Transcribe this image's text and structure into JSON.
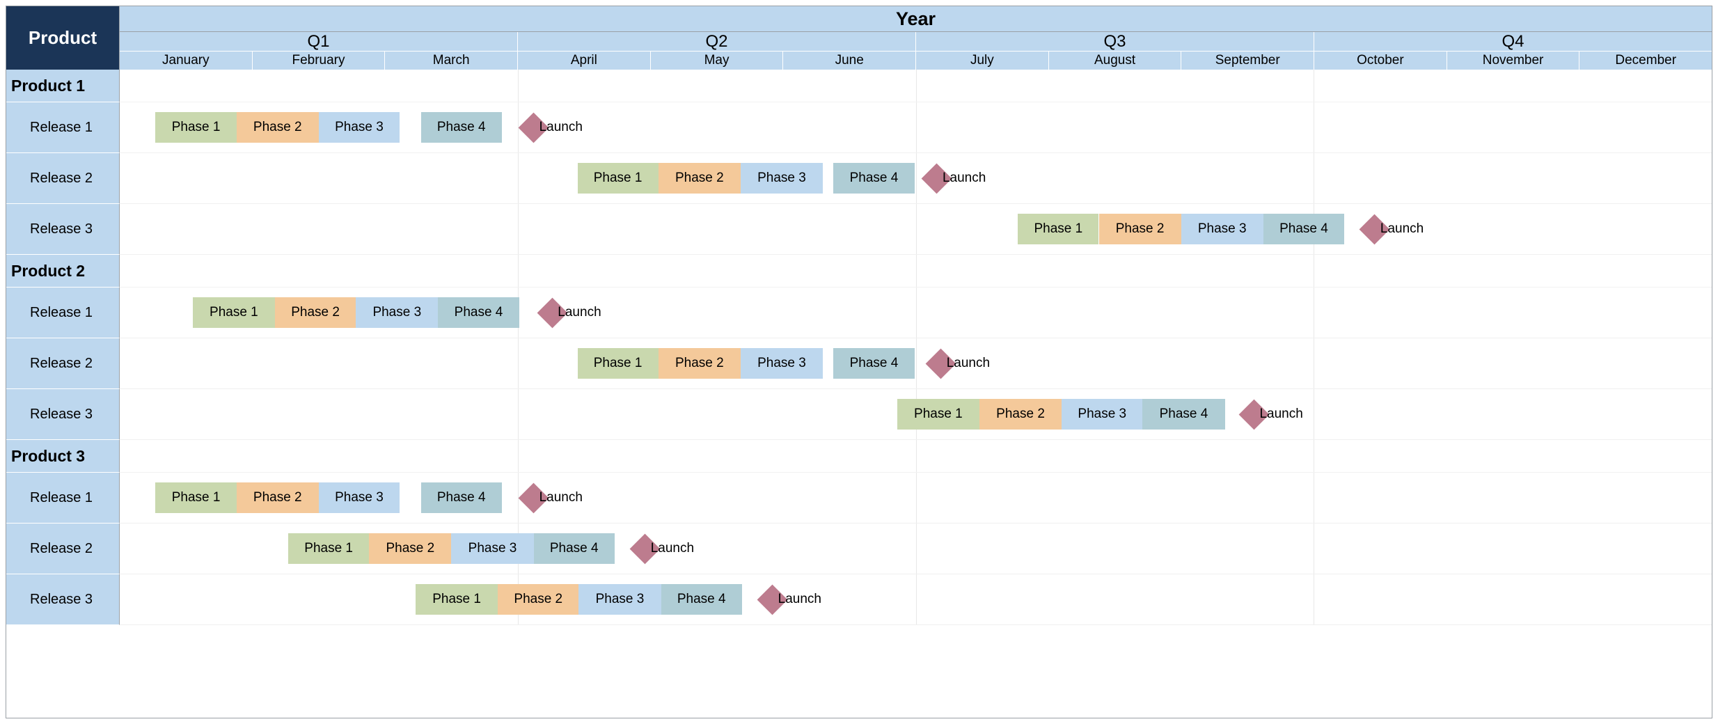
{
  "header": {
    "label_column_title": "Product",
    "year_title": "Year",
    "quarters": [
      "Q1",
      "Q2",
      "Q3",
      "Q4"
    ],
    "months": [
      "January",
      "February",
      "March",
      "April",
      "May",
      "June",
      "July",
      "August",
      "September",
      "October",
      "November",
      "December"
    ]
  },
  "colors": {
    "header_label_bg": "#1b3557",
    "header_right_bg": "#bdd7ee",
    "row_label_bg": "#bdd7ee",
    "phase1": "#c9d8ae",
    "phase2": "#f4c99a",
    "phase3": "#bdd7ee",
    "phase4": "#afcdd5",
    "milestone": "#bd7c8e",
    "grid": "#9aa0a6"
  },
  "legend_terms": {
    "phase1": "Phase 1",
    "phase2": "Phase 2",
    "phase3": "Phase 3",
    "phase4": "Phase 4",
    "milestone": "Launch"
  },
  "chart_data": {
    "type": "bar",
    "title": "Year",
    "xlabel": "",
    "ylabel": "Product",
    "grid": true,
    "legend_position": "none",
    "x_axis": {
      "unit": "month",
      "range": [
        0,
        12
      ],
      "tick_labels": [
        "January",
        "February",
        "March",
        "April",
        "May",
        "June",
        "July",
        "August",
        "September",
        "October",
        "November",
        "December"
      ],
      "groups": [
        {
          "label": "Q1",
          "months": [
            "January",
            "February",
            "March"
          ]
        },
        {
          "label": "Q2",
          "months": [
            "April",
            "May",
            "June"
          ]
        },
        {
          "label": "Q3",
          "months": [
            "July",
            "August",
            "September"
          ]
        },
        {
          "label": "Q4",
          "months": [
            "October",
            "November",
            "December"
          ]
        }
      ]
    },
    "groups": [
      {
        "name": "Product 1",
        "rows": [
          {
            "name": "Release 1",
            "bars": [
              {
                "label": "Phase 1",
                "phase": 1,
                "start": 0.27,
                "end": 0.88
              },
              {
                "label": "Phase 2",
                "phase": 2,
                "start": 0.88,
                "end": 1.5
              },
              {
                "label": "Phase 3",
                "phase": 3,
                "start": 1.5,
                "end": 2.11
              },
              {
                "label": "Phase 4",
                "phase": 4,
                "start": 2.27,
                "end": 2.88
              }
            ],
            "milestone": {
              "label": "Launch",
              "at": 3.12
            }
          },
          {
            "name": "Release 2",
            "bars": [
              {
                "label": "Phase 1",
                "phase": 1,
                "start": 3.45,
                "end": 4.06
              },
              {
                "label": "Phase 2",
                "phase": 2,
                "start": 4.06,
                "end": 4.68
              },
              {
                "label": "Phase 3",
                "phase": 3,
                "start": 4.68,
                "end": 5.3
              },
              {
                "label": "Phase 4",
                "phase": 4,
                "start": 5.38,
                "end": 5.99
              }
            ],
            "milestone": {
              "label": "Launch",
              "at": 6.16
            }
          },
          {
            "name": "Release 3",
            "bars": [
              {
                "label": "Phase 1",
                "phase": 1,
                "start": 6.77,
                "end": 7.38
              },
              {
                "label": "Phase 2",
                "phase": 2,
                "start": 7.38,
                "end": 8.0
              },
              {
                "label": "Phase 3",
                "phase": 3,
                "start": 8.0,
                "end": 8.62
              },
              {
                "label": "Phase 4",
                "phase": 4,
                "start": 8.62,
                "end": 9.23
              },
              {
                "label": "",
                "phase": 0,
                "start": 0,
                "end": 0
              }
            ],
            "milestone": {
              "label": "Launch",
              "at": 9.46
            }
          }
        ]
      },
      {
        "name": "Product 2",
        "rows": [
          {
            "name": "Release 1",
            "bars": [
              {
                "label": "Phase 1",
                "phase": 1,
                "start": 0.55,
                "end": 1.17
              },
              {
                "label": "Phase 2",
                "phase": 2,
                "start": 1.17,
                "end": 1.78
              },
              {
                "label": "Phase 3",
                "phase": 3,
                "start": 1.78,
                "end": 2.4
              },
              {
                "label": "Phase 4",
                "phase": 4,
                "start": 2.4,
                "end": 3.01
              }
            ],
            "milestone": {
              "label": "Launch",
              "at": 3.26
            }
          },
          {
            "name": "Release 2",
            "bars": [
              {
                "label": "Phase 1",
                "phase": 1,
                "start": 3.45,
                "end": 4.06
              },
              {
                "label": "Phase 2",
                "phase": 2,
                "start": 4.06,
                "end": 4.68
              },
              {
                "label": "Phase 3",
                "phase": 3,
                "start": 4.68,
                "end": 5.3
              },
              {
                "label": "Phase 4",
                "phase": 4,
                "start": 5.38,
                "end": 5.99
              }
            ],
            "milestone": {
              "label": "Launch",
              "at": 6.19
            }
          },
          {
            "name": "Release 3",
            "bars": [
              {
                "label": "Phase 1",
                "phase": 1,
                "start": 5.86,
                "end": 6.48
              },
              {
                "label": "Phase 2",
                "phase": 2,
                "start": 6.48,
                "end": 7.1
              },
              {
                "label": "Phase 3",
                "phase": 3,
                "start": 7.1,
                "end": 7.71
              },
              {
                "label": "Phase 4",
                "phase": 4,
                "start": 7.71,
                "end": 8.33
              }
            ],
            "milestone": {
              "label": "Launch",
              "at": 8.55
            }
          }
        ]
      },
      {
        "name": "Product 3",
        "rows": [
          {
            "name": "Release 1",
            "bars": [
              {
                "label": "Phase 1",
                "phase": 1,
                "start": 0.27,
                "end": 0.88
              },
              {
                "label": "Phase 2",
                "phase": 2,
                "start": 0.88,
                "end": 1.5
              },
              {
                "label": "Phase 3",
                "phase": 3,
                "start": 1.5,
                "end": 2.11
              },
              {
                "label": "Phase 4",
                "phase": 4,
                "start": 2.27,
                "end": 2.88
              }
            ],
            "milestone": {
              "label": "Launch",
              "at": 3.12
            }
          },
          {
            "name": "Release 2",
            "bars": [
              {
                "label": "Phase 1",
                "phase": 1,
                "start": 1.27,
                "end": 1.88
              },
              {
                "label": "Phase 2",
                "phase": 2,
                "start": 1.88,
                "end": 2.5
              },
              {
                "label": "Phase 3",
                "phase": 3,
                "start": 2.5,
                "end": 3.12
              },
              {
                "label": "Phase 4",
                "phase": 4,
                "start": 3.12,
                "end": 3.73
              }
            ],
            "milestone": {
              "label": "Launch",
              "at": 3.96
            }
          },
          {
            "name": "Release 3",
            "bars": [
              {
                "label": "Phase 1",
                "phase": 1,
                "start": 2.23,
                "end": 2.85
              },
              {
                "label": "Phase 2",
                "phase": 2,
                "start": 2.85,
                "end": 3.46
              },
              {
                "label": "Phase 3",
                "phase": 3,
                "start": 3.46,
                "end": 4.08
              },
              {
                "label": "Phase 4",
                "phase": 4,
                "start": 4.08,
                "end": 4.69
              }
            ],
            "milestone": {
              "label": "Launch",
              "at": 4.92
            }
          }
        ]
      }
    ]
  }
}
